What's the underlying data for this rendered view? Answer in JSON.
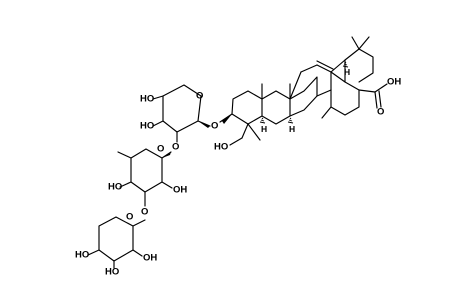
{
  "structure": {
    "labels": {
      "ring_oxygen": "O",
      "glycosidic_oxygen": "O",
      "hydroxyl": "OH",
      "hydroxyl_left": "HO",
      "acid_oxygen": "O",
      "stereo_h": "H"
    }
  }
}
